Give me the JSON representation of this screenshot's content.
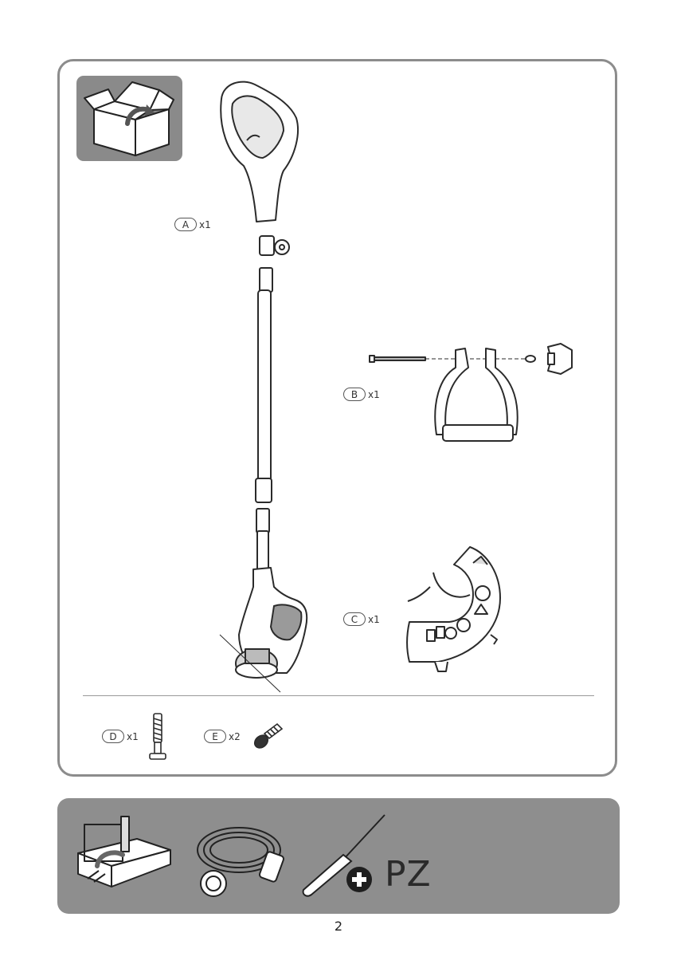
{
  "parts": [
    {
      "letter": "A",
      "qty": "x1",
      "name": "trimmer-body"
    },
    {
      "letter": "B",
      "qty": "x1",
      "name": "auxiliary-handle"
    },
    {
      "letter": "C",
      "qty": "x1",
      "name": "guard"
    },
    {
      "letter": "D",
      "qty": "x1",
      "name": "bolt"
    },
    {
      "letter": "E",
      "qty": "x2",
      "name": "screw"
    }
  ],
  "tools": {
    "screwdriver_type": "PZ",
    "items": [
      "workbench-icon",
      "extension-cable-icon",
      "screwdriver-icon",
      "plus-circle-icon"
    ]
  },
  "icons": [
    "open-box-icon"
  ],
  "colors": {
    "badge_gray": "#8a8a8a",
    "frame_gray": "#8c8c8c",
    "line_art": "#2b2b2b"
  },
  "page": {
    "number": "2"
  }
}
